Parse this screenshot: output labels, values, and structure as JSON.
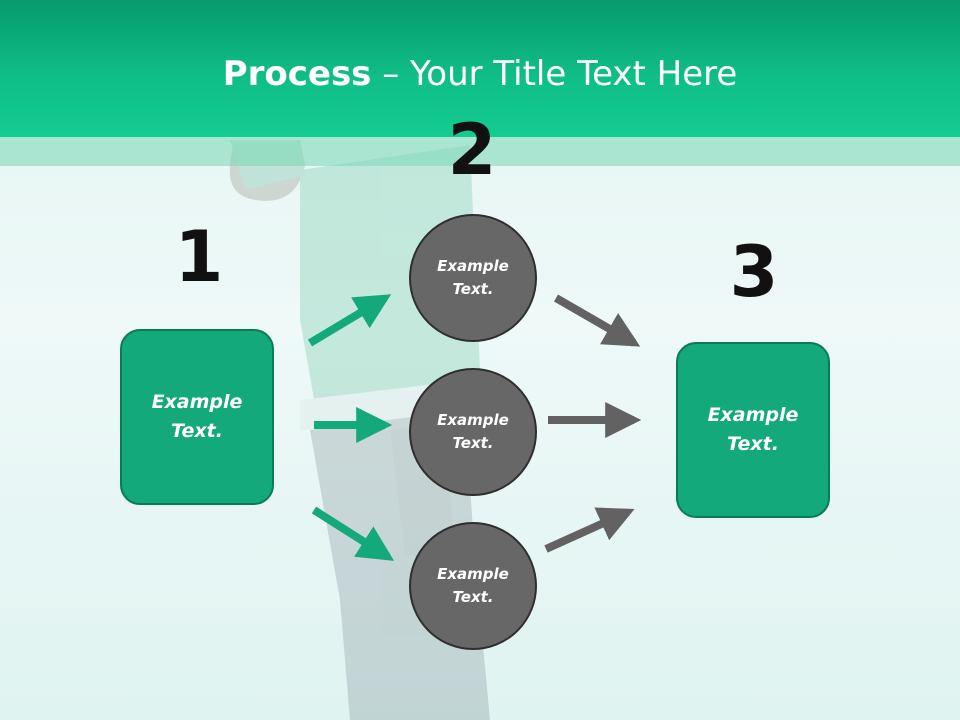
{
  "title": {
    "bold": "Process",
    "rest": " – Your Title Text Here"
  },
  "steps": {
    "one": {
      "number": "1",
      "label": "Example\nText."
    },
    "two": {
      "number": "2",
      "items": [
        "Example\nText.",
        "Example\nText.",
        "Example\nText."
      ]
    },
    "three": {
      "number": "3",
      "label": "Example\nText."
    }
  },
  "colors": {
    "header": "#10bd87",
    "box_fill": "#14a97a",
    "box_border": "#0b7a56",
    "circle_fill": "#676767",
    "green_arrow": "#14a97a",
    "gray_arrow": "#626262"
  }
}
